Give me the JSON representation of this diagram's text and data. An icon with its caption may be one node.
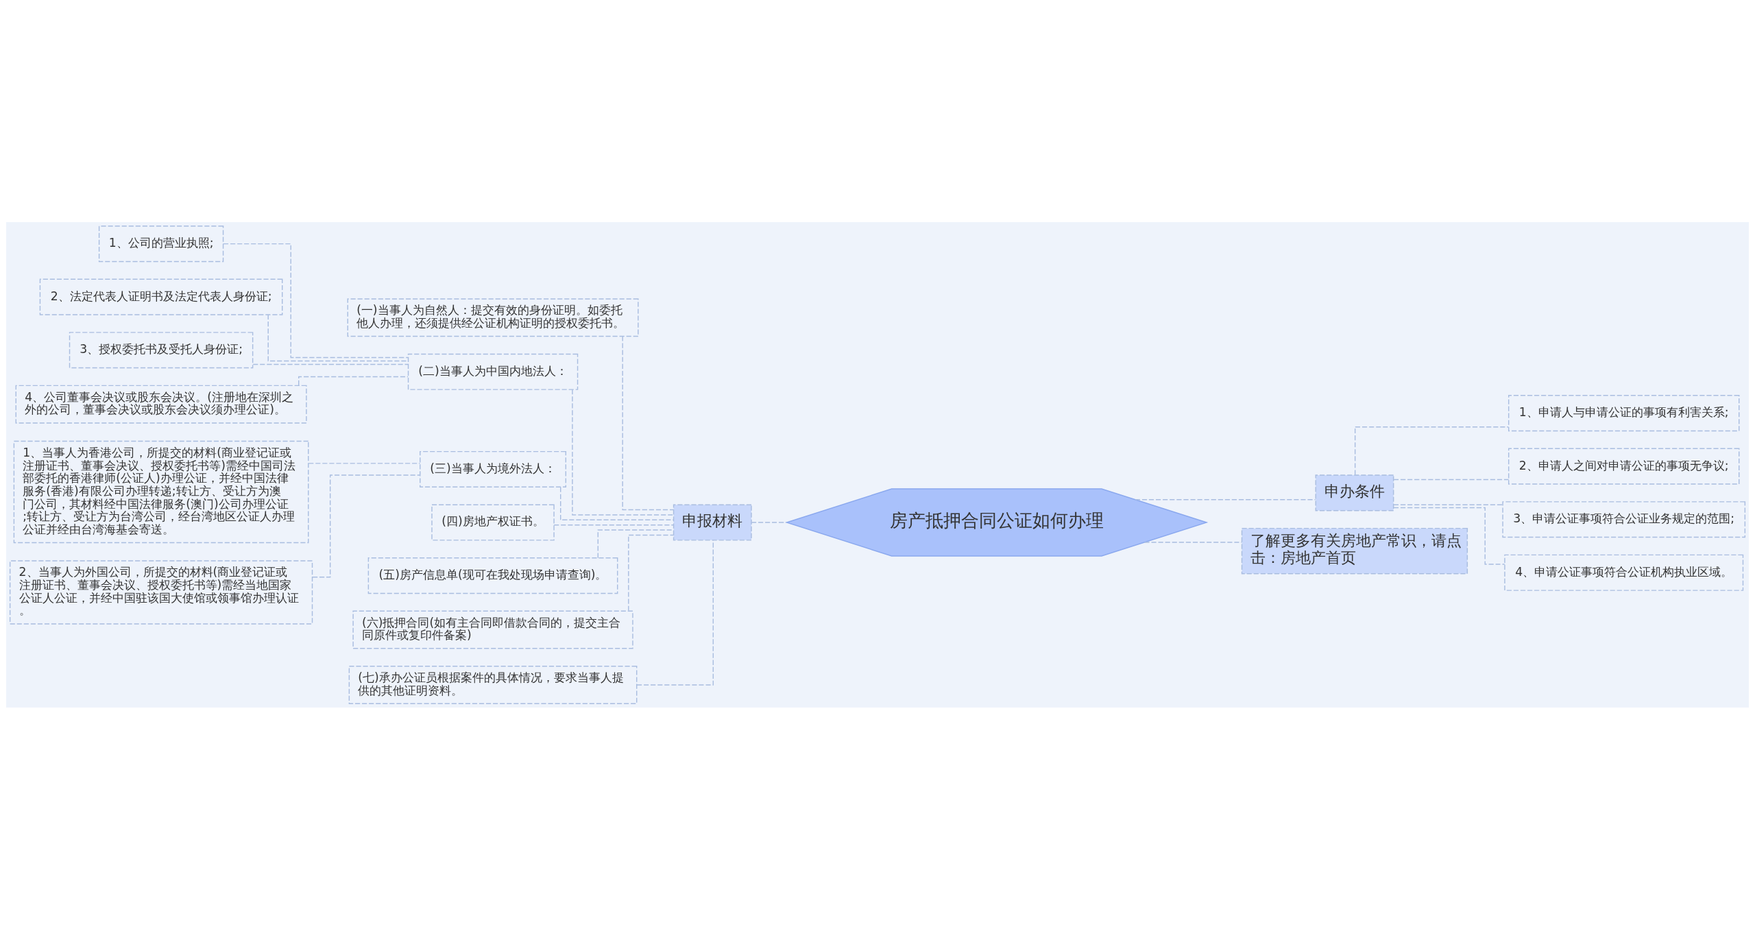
{
  "diagram": {
    "nodes": [
      {
        "text": [
          "房产抵押合同公证如何办理"
        ]
      },
      {
        "text": [
          "申报材料"
        ]
      },
      {
        "text": [
          "(一)当事人为自然人：提交有效的身份证明。如委托他人办理，还须提供经公证机构证明的授权委托书。"
        ]
      },
      {
        "text": [
          "(二)当事人为中国内地法人："
        ]
      },
      {
        "text": [
          "1、公司的营业执照;"
        ]
      },
      {
        "text": [
          "2、法定代表人证明书及法定代表人身份证;"
        ]
      },
      {
        "text": [
          "3、授权委托书及受托人身份证;"
        ]
      },
      {
        "text": [
          "4、公司董事会决议或股东会决议。(注册地在深圳之外的公司，董事会决议或股东会决议须办理公证)。"
        ]
      },
      {
        "text": [
          "(三)当事人为境外法人："
        ]
      },
      {
        "text": [
          "1、当事人为香港公司，所提交的材料(商业登记证或注册证书、董事会决议、授权委托书等)需经中国司法部委托的香港律师(公证人)办理公证，并经中国法律服务(香港)有限公司办理转递;转让方、受让方为澳门公司，其材料经中国法律服务(澳门)公司办理公证;转让方、受让方为台湾公司，经台湾地区公证人办理公证并经由台湾海基会寄送。"
        ]
      },
      {
        "text": [
          "2、当事人为外国公司，所提交的材料(商业登记证或注册证书、董事会决议、授权委托书等)需经当地国家公证人公证，并经中国驻该国大使馆或领事馆办理认证。"
        ]
      },
      {
        "text": [
          "(四)房地产权证书。"
        ]
      },
      {
        "text": [
          "(五)房产信息单(现可在我处现场申请查询)。"
        ]
      },
      {
        "text": [
          "(六)抵押合同(如有主合同即借款合同的，提交主合同原件或复印件备案)"
        ]
      },
      {
        "text": [
          "(七)承办公证员根据案件的具体情况，要求当事人提供的其他证明资料。"
        ]
      },
      {
        "text": [
          "申办条件"
        ]
      },
      {
        "text": [
          "1、申请人与申请公证的事项有利害关系;"
        ]
      },
      {
        "text": [
          "2、申请人之间对申请公证的事项无争议;"
        ]
      },
      {
        "text": [
          "3、申请公证事项符合公证业务规定的范围;"
        ]
      },
      {
        "text": [
          "4、申请公证事项符合公证机构执业区域。"
        ]
      },
      {
        "text": [
          "了解更多有关房地产常识，请点击：房地产首页"
        ]
      }
    ],
    "edges": [
      {
        "from": 0,
        "to": 1,
        "arrow": "none"
      },
      {
        "from": 1,
        "to": 2,
        "arrow": "none"
      },
      {
        "from": 1,
        "to": 3,
        "arrow": "none"
      },
      {
        "from": 3,
        "to": 4,
        "arrow": "none"
      },
      {
        "from": 3,
        "to": 5,
        "arrow": "none"
      },
      {
        "from": 3,
        "to": 6,
        "arrow": "none"
      },
      {
        "from": 3,
        "to": 7,
        "arrow": "none"
      },
      {
        "from": 1,
        "to": 8,
        "arrow": "none"
      },
      {
        "from": 8,
        "to": 9,
        "arrow": "none"
      },
      {
        "from": 8,
        "to": 10,
        "arrow": "none"
      },
      {
        "from": 1,
        "to": 11,
        "arrow": "none"
      },
      {
        "from": 1,
        "to": 12,
        "arrow": "none"
      },
      {
        "from": 1,
        "to": 13,
        "arrow": "none"
      },
      {
        "from": 1,
        "to": 14,
        "arrow": "none"
      },
      {
        "from": 0,
        "to": 15,
        "arrow": "none"
      },
      {
        "from": 15,
        "to": 16,
        "arrow": "none"
      },
      {
        "from": 15,
        "to": 17,
        "arrow": "none"
      },
      {
        "from": 15,
        "to": 18,
        "arrow": "none"
      },
      {
        "from": 15,
        "to": 19,
        "arrow": "none"
      },
      {
        "from": 0,
        "to": 20,
        "arrow": "none"
      }
    ]
  }
}
